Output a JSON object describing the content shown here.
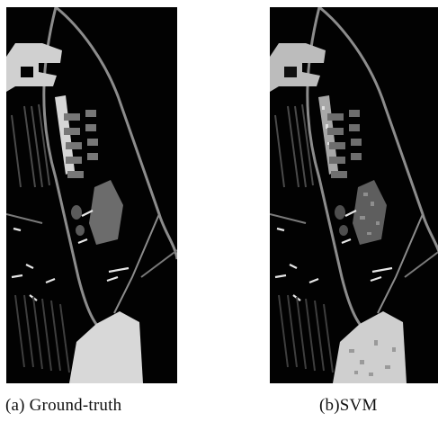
{
  "figure": {
    "panels": [
      {
        "id": "a",
        "caption": "(a) Ground-truth",
        "style": "ground-truth"
      },
      {
        "id": "b",
        "caption": "(b)SVM",
        "style": "classification-map"
      }
    ],
    "colors": {
      "background": "#020202",
      "road": "#9a9a9a",
      "building": "#c8c8c8",
      "bright_region": "#d8d8d8",
      "gray_region": "#6a6a6a",
      "page": "#ffffff"
    }
  }
}
